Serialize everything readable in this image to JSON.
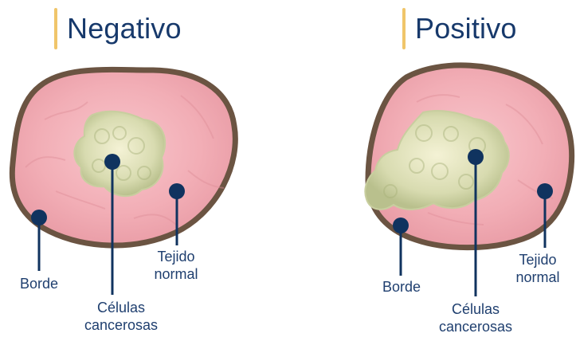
{
  "panels": [
    {
      "title": "Negativo",
      "labels": {
        "border": "Borde",
        "cancer_cells": "Células\ncancerosas",
        "normal_tissue": "Tejido\nnormal"
      }
    },
    {
      "title": "Positivo",
      "labels": {
        "border": "Borde",
        "cancer_cells": "Células\ncancerosas",
        "normal_tissue": "Tejido\nnormal"
      }
    }
  ],
  "colors": {
    "title_text": "#17396b",
    "title_accent": "#f0c56a",
    "label_text": "#1f3f6f",
    "callout": "#10335f",
    "tissue_fill": "#f2aeb6",
    "tissue_border": "#6b5442",
    "cancer_fill": "#d8dbb0"
  }
}
